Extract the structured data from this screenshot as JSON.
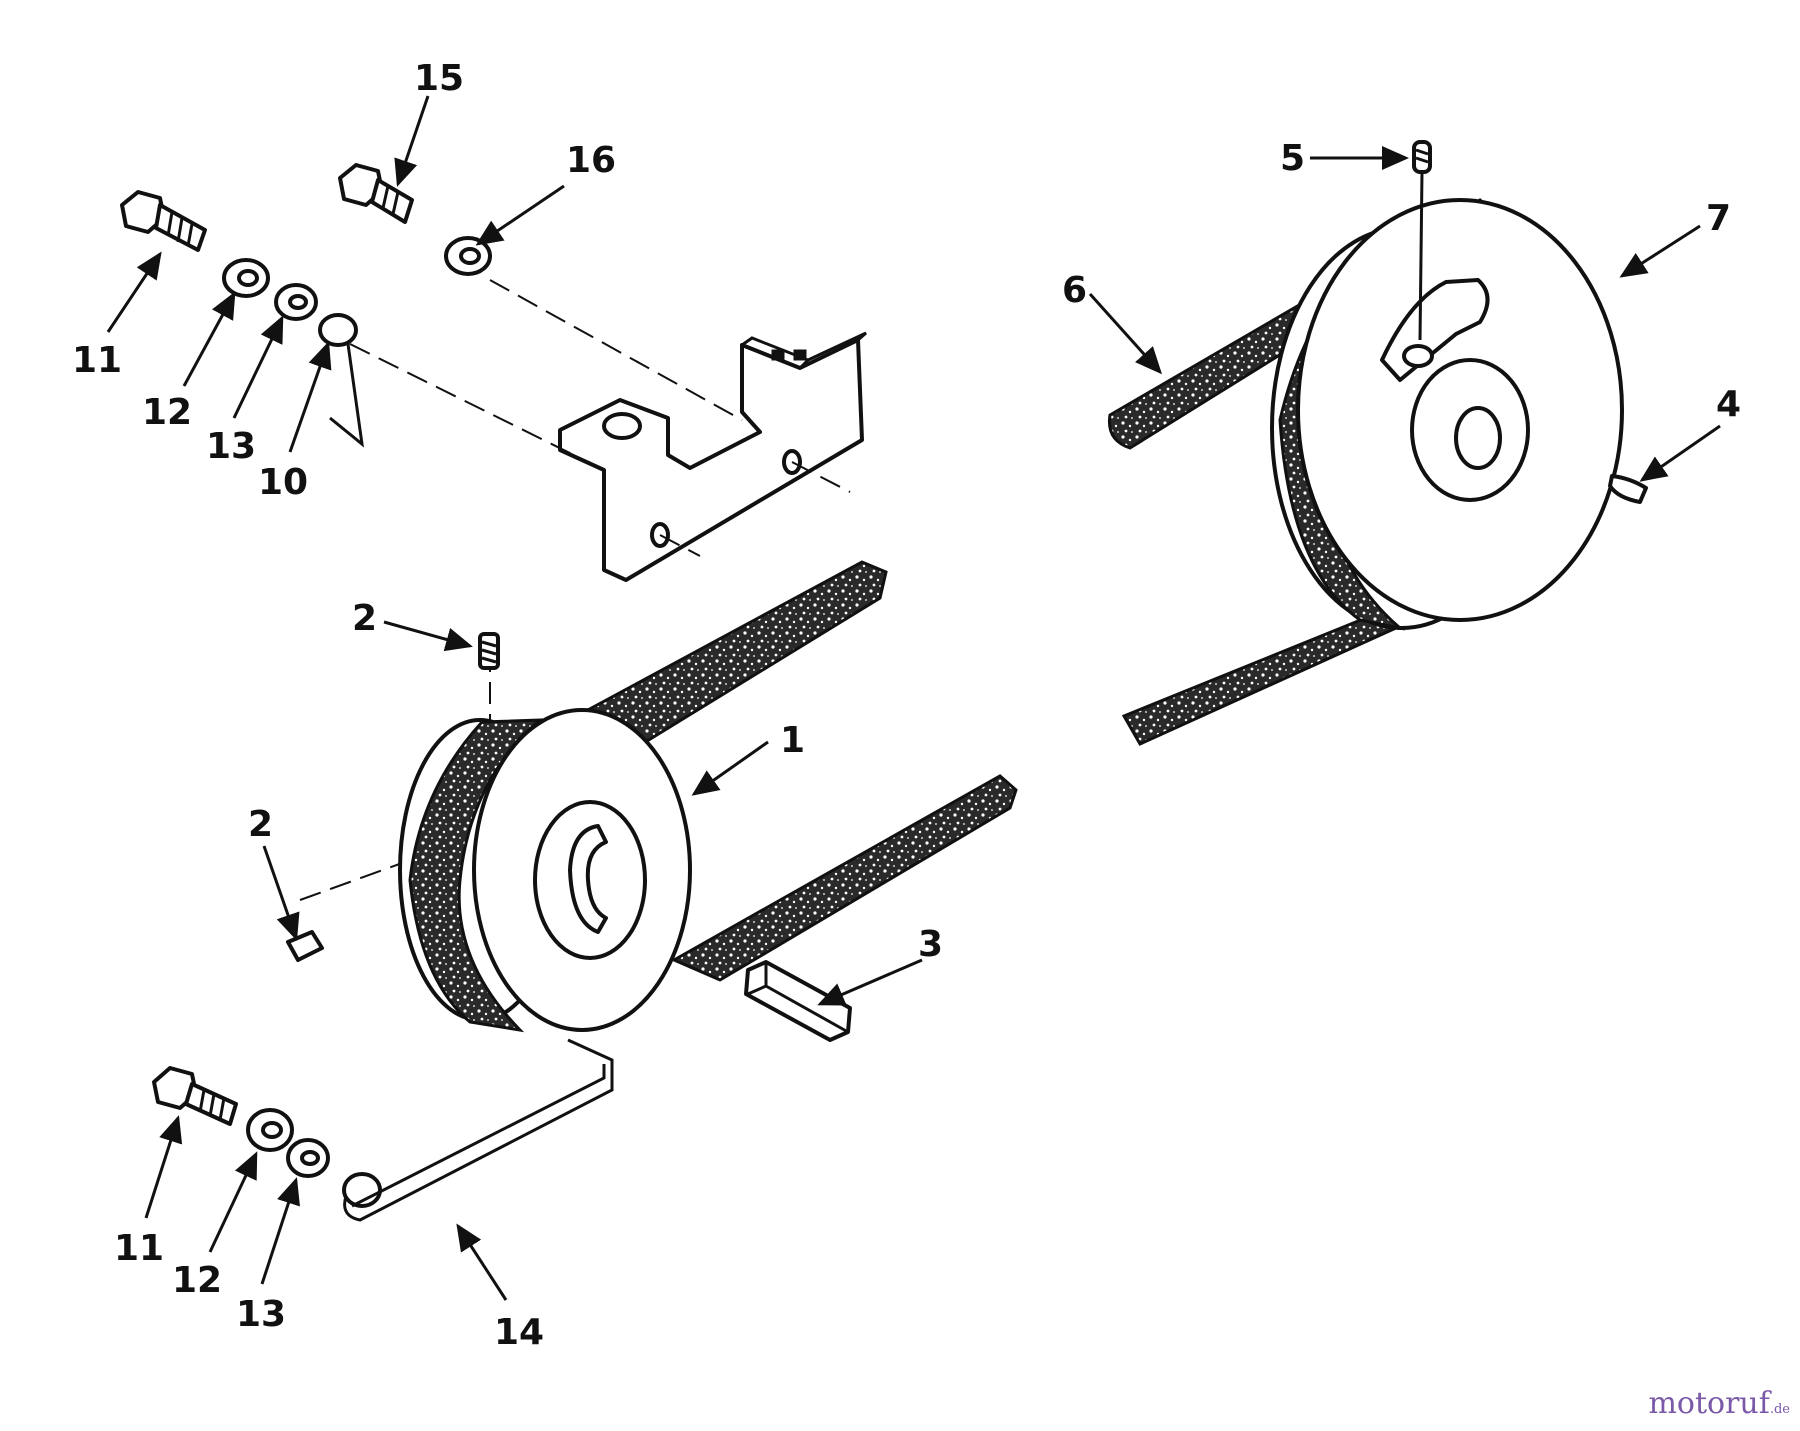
{
  "callouts": {
    "c1": "1",
    "c2a": "2",
    "c2b": "2",
    "c3": "3",
    "c4": "4",
    "c5": "5",
    "c6": "6",
    "c7": "7",
    "c10": "10",
    "c11a": "11",
    "c11b": "11",
    "c12a": "12",
    "c12b": "12",
    "c13a": "13",
    "c13b": "13",
    "c14": "14",
    "c15": "15",
    "c16": "16"
  },
  "watermark": {
    "text": "motoruf",
    "suffix": ".de"
  }
}
